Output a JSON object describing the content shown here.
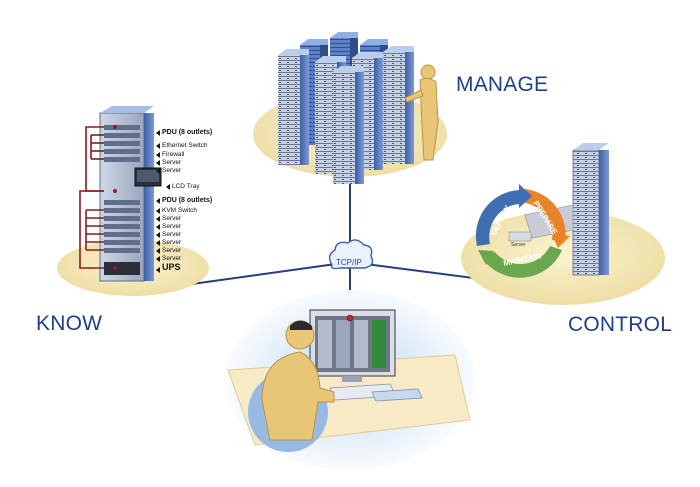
{
  "labels": {
    "manage": "MANAGE",
    "know": "KNOW",
    "control": "CONTROL",
    "network": "TCP/IP"
  },
  "rack_items": [
    {
      "text": "PDU (8 outlets)",
      "bold": true
    },
    {
      "text": "Ethernet Switch",
      "bold": false
    },
    {
      "text": "Firewall",
      "bold": false
    },
    {
      "text": "Server",
      "bold": false
    },
    {
      "text": "Server",
      "bold": false
    },
    {
      "text": "LCD Tray",
      "bold": false
    },
    {
      "text": "PDU (8 outlets)",
      "bold": true
    },
    {
      "text": "KVM Switch",
      "bold": false
    },
    {
      "text": "Server",
      "bold": false
    },
    {
      "text": "Server",
      "bold": false
    },
    {
      "text": "Server",
      "bold": false
    },
    {
      "text": "Server",
      "bold": false
    },
    {
      "text": "Server",
      "bold": false
    },
    {
      "text": "Server",
      "bold": false
    },
    {
      "text": "UPS",
      "bold": true
    }
  ],
  "cycle": {
    "deploy": "DEPLOY",
    "prepare": "PREPARE",
    "maintain": "MAINTAIN",
    "center": "Server"
  },
  "colors": {
    "label_blue": "#1f3f86",
    "platform": "#f3e6b6",
    "rack_blue": "#5a7fc4",
    "figure": "#e8c676",
    "deploy": "#3e6fb3",
    "prepare": "#e8832a",
    "maintain": "#6aa84f",
    "cable": "#8b1a1a"
  }
}
